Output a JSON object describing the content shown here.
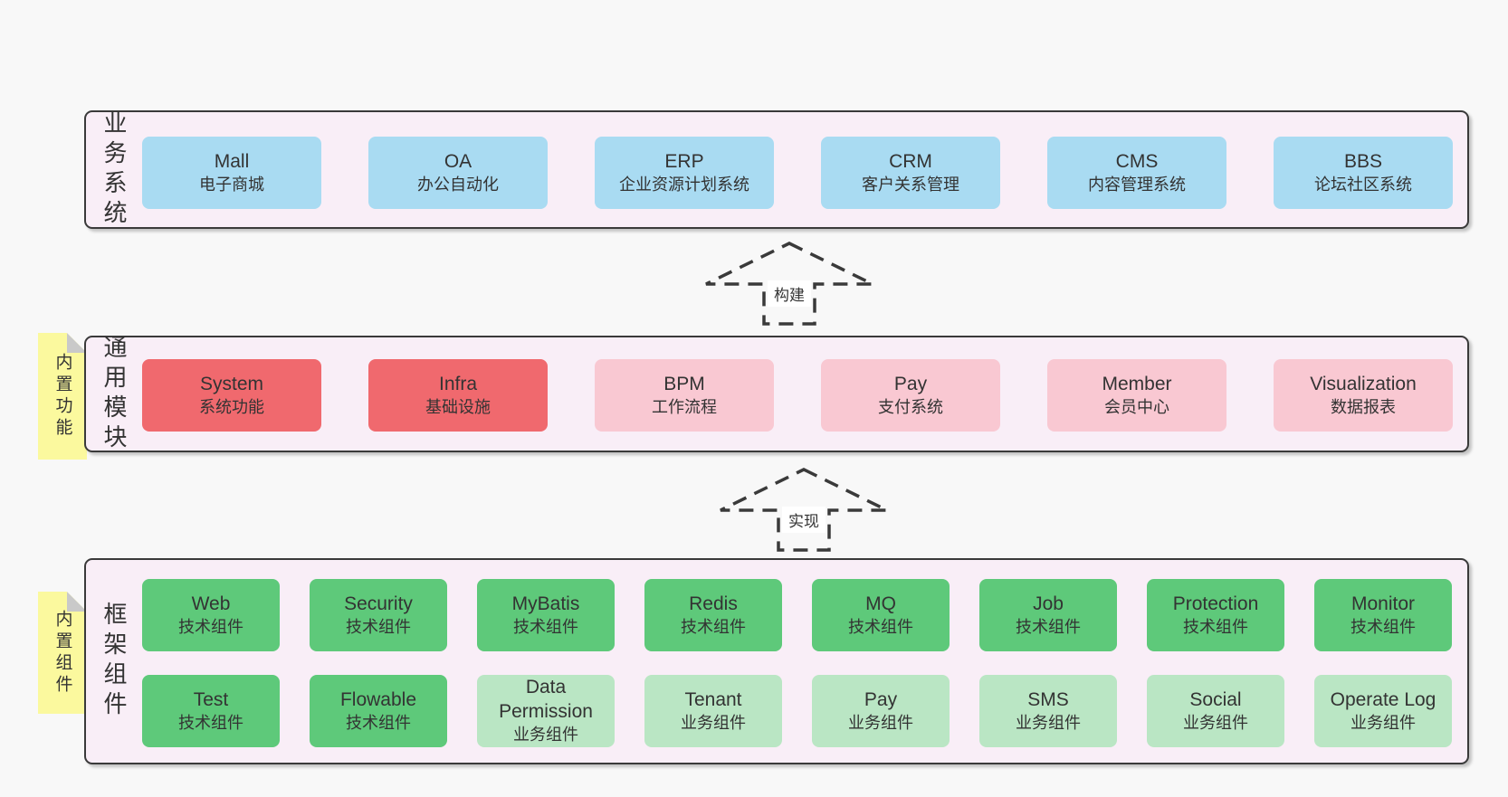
{
  "colors": {
    "canvas_bg": "#f8f8f8",
    "band_bg": "#f9eef7",
    "band_border": "#3a3a3a",
    "box_blue": "#a9dbf2",
    "box_red": "#f0696e",
    "box_pink": "#f9c8d2",
    "box_green": "#5ec97a",
    "box_light_green": "#bae6c4",
    "note_bg": "#fbf99e",
    "note_fold": "#c9c9c9",
    "text": "#333333"
  },
  "arrows": [
    {
      "label": "构建"
    },
    {
      "label": "实现"
    }
  ],
  "layers": {
    "business": {
      "label": "业务系统",
      "boxes": [
        {
          "en": "Mall",
          "zh": "电子商城"
        },
        {
          "en": "OA",
          "zh": "办公自动化"
        },
        {
          "en": "ERP",
          "zh": "企业资源计划系统"
        },
        {
          "en": "CRM",
          "zh": "客户关系管理"
        },
        {
          "en": "CMS",
          "zh": "内容管理系统"
        },
        {
          "en": "BBS",
          "zh": "论坛社区系统"
        }
      ]
    },
    "modules": {
      "label": "通用模块",
      "note": "内置功能",
      "boxes": [
        {
          "en": "System",
          "zh": "系统功能"
        },
        {
          "en": "Infra",
          "zh": "基础设施"
        },
        {
          "en": "BPM",
          "zh": "工作流程"
        },
        {
          "en": "Pay",
          "zh": "支付系统"
        },
        {
          "en": "Member",
          "zh": "会员中心"
        },
        {
          "en": "Visualization",
          "zh": "数据报表"
        }
      ]
    },
    "components": {
      "label": "框架组件",
      "note": "内置组件",
      "row1": [
        {
          "en": "Web",
          "zh": "技术组件"
        },
        {
          "en": "Security",
          "zh": "技术组件"
        },
        {
          "en": "MyBatis",
          "zh": "技术组件"
        },
        {
          "en": "Redis",
          "zh": "技术组件"
        },
        {
          "en": "MQ",
          "zh": "技术组件"
        },
        {
          "en": "Job",
          "zh": "技术组件"
        },
        {
          "en": "Protection",
          "zh": "技术组件"
        },
        {
          "en": "Monitor",
          "zh": "技术组件"
        }
      ],
      "row2": [
        {
          "en": "Test",
          "zh": "技术组件"
        },
        {
          "en": "Flowable",
          "zh": "技术组件"
        },
        {
          "en": "Data Permission",
          "zh": "业务组件"
        },
        {
          "en": "Tenant",
          "zh": "业务组件"
        },
        {
          "en": "Pay",
          "zh": "业务组件"
        },
        {
          "en": "SMS",
          "zh": "业务组件"
        },
        {
          "en": "Social",
          "zh": "业务组件"
        },
        {
          "en": "Operate Log",
          "zh": "业务组件"
        }
      ]
    }
  }
}
